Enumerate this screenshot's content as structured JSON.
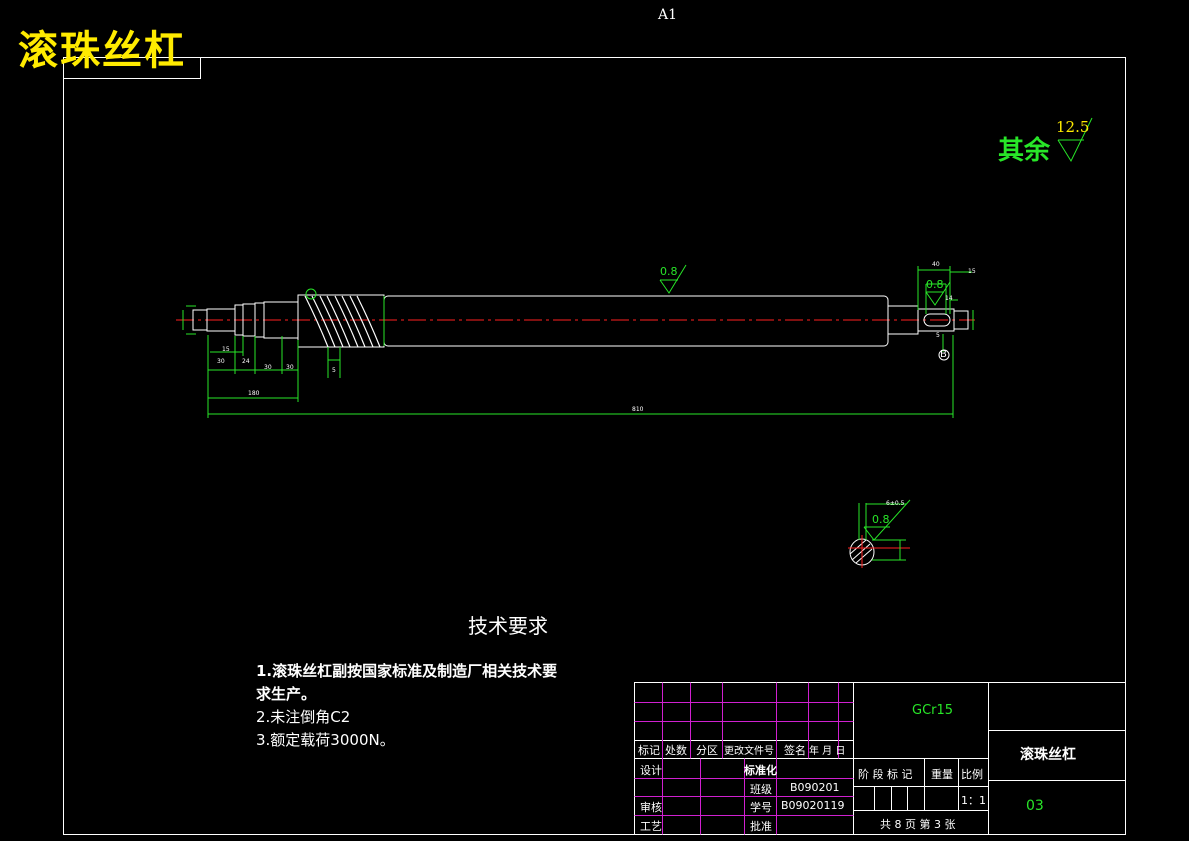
{
  "sheet": {
    "size_label": "A1",
    "big_title": "滚珠丝杠"
  },
  "roughness": {
    "other_label": "其余",
    "other_value": "12.5",
    "mark_center": "0.8",
    "mark_right": "0.8",
    "mark_section": "0.8"
  },
  "dims": {
    "total_length": "810",
    "sub_length": "180",
    "d1": "30",
    "d2": "24",
    "d3": "30",
    "d4": "30",
    "d5": "15",
    "thread_pitch": "5",
    "key_len": "40",
    "key_off": "15",
    "key_h": "14",
    "key_w": "5",
    "section_width": "6±0.5",
    "section_ref": "B"
  },
  "tech_req": {
    "heading": "技术要求",
    "items": [
      "1.滚珠丝杠副按国家标准及制造厂相关技术要",
      "求生产。",
      "2.未注倒角C2",
      "3.额定载荷3000N。"
    ]
  },
  "title_block": {
    "material": "GCr15",
    "part_name": "滚珠丝杠",
    "drawing_no": "03",
    "scale": "1：1",
    "sheets": "共 8 页  第 3 张",
    "headers": [
      "标记",
      "处数",
      "分区",
      "更改文件号",
      "签名",
      "年 月 日"
    ],
    "design_label": "设计",
    "standard_label": "标准化",
    "class_label": "班级",
    "class_value": "B090201",
    "student_label": "学号",
    "student_value": "B09020119",
    "review_label": "审核",
    "process_label": "工艺",
    "approve_label": "批准",
    "stage_mark": "阶 段 标 记",
    "weight_label": "重量",
    "scale_label": "比例"
  },
  "colors": {
    "frame": "#ffffff",
    "drawing": "#28e628",
    "title": "#ffeb00",
    "centerline": "#ff2020",
    "grid_magenta": "#d020d0"
  }
}
